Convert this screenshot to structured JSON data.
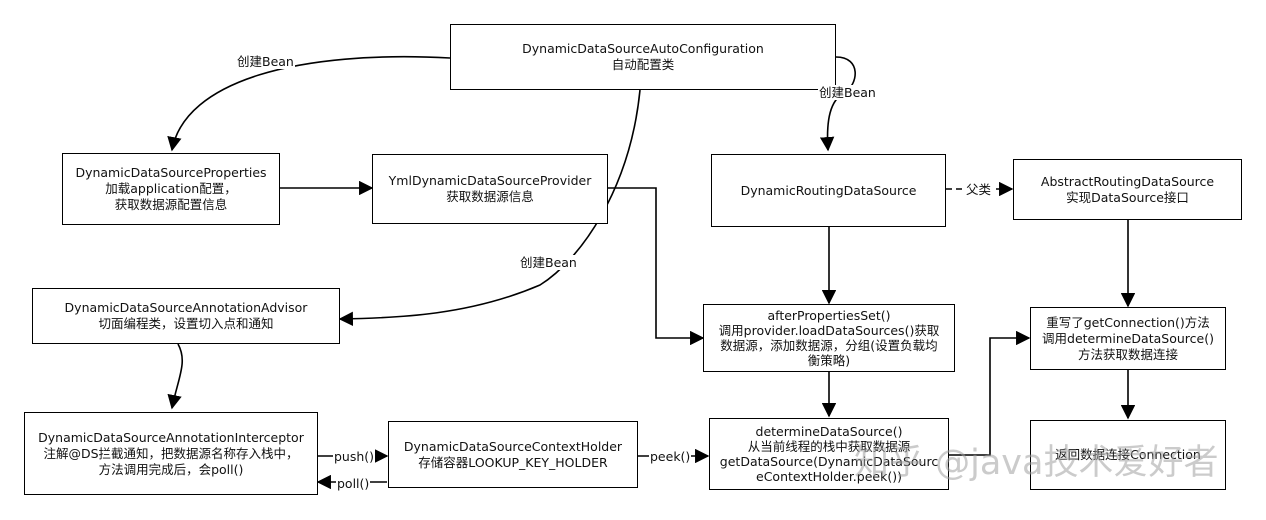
{
  "nodes": {
    "auto_config": {
      "line1": "DynamicDataSourceAutoConfiguration",
      "line2": "自动配置类"
    },
    "properties": {
      "line1": "DynamicDataSourceProperties",
      "line2": "加载application配置，",
      "line3": "获取数据源配置信息"
    },
    "yml_provider": {
      "line1": "YmlDynamicDataSourceProvider",
      "line2": "获取数据源信息"
    },
    "routing": {
      "line1": "DynamicRoutingDataSource"
    },
    "abstract_routing": {
      "line1": "AbstractRoutingDataSource",
      "line2": "实现DataSource接口"
    },
    "advisor": {
      "line1": "DynamicDataSourceAnnotationAdvisor",
      "line2": "切面编程类，设置切入点和通知"
    },
    "after_props": {
      "line1": "afterPropertiesSet()",
      "line2": "调用provider.loadDataSources()获取",
      "line3": "数据源，添加数据源，分组(设置负载均",
      "line4": "衡策略)"
    },
    "get_connection": {
      "line1": "重写了getConnection()方法",
      "line2": "调用determineDataSource()",
      "line3": "方法获取数据连接"
    },
    "interceptor": {
      "line1": "DynamicDataSourceAnnotationInterceptor",
      "line2": "注解@DS拦截通知，把数据源名称存入栈中，",
      "line3": "方法调用完成后，会poll()"
    },
    "context_holder": {
      "line1": "DynamicDataSourceContextHolder",
      "line2": "存储容器LOOKUP_KEY_HOLDER"
    },
    "determine": {
      "line1": "determineDataSource()",
      "line2": "从当前线程的栈中获取数据源",
      "line3": "getDataSource(DynamicDataSourc",
      "line4": "eContextHolder.peek())"
    },
    "return_conn": {
      "line1": "返回数据连接Connection"
    }
  },
  "edge_labels": {
    "create_bean_left": "创建Bean",
    "create_bean_right": "创建Bean",
    "create_bean_mid": "创建Bean",
    "parent_class": "父类",
    "push": "push()",
    "poll": "poll()",
    "peek": "peek()"
  },
  "watermark": "知乎 @java技术爱好者"
}
